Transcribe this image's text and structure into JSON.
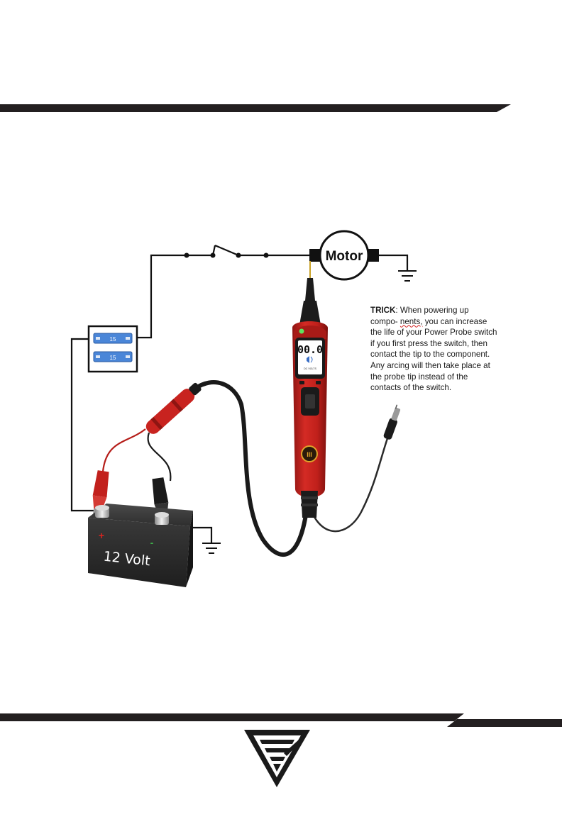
{
  "motor_label": "Motor",
  "fuses": [
    "15",
    "15"
  ],
  "battery": {
    "label": "12 Volt",
    "positive_symbol": "+",
    "negative_symbol": "-"
  },
  "probe": {
    "screen_reading": "00.0",
    "screen_unit": "DC VOLTS"
  },
  "trick": {
    "label": "TRICK",
    "text_start": ": When powering up compo-",
    "flagged_word": "nents,",
    "text_rest": " you can increase the life of your Power Probe switch if you first press the switch, then contact the tip to the component. Any arcing will then take place at the probe tip instead of the contacts of the switch."
  },
  "icons": [
    "ground-symbol-icon",
    "switch-icon",
    "fuse-icon",
    "logo-icon"
  ],
  "colors": {
    "probe_red": "#c8231f",
    "probe_dark": "#1c1c1c",
    "battery_body": "#2a2a2a",
    "lead_red": "#c2201c",
    "wire": "#111111",
    "screen_blue": "#3a6fc6",
    "fuse_blue": "#4a86d8"
  }
}
